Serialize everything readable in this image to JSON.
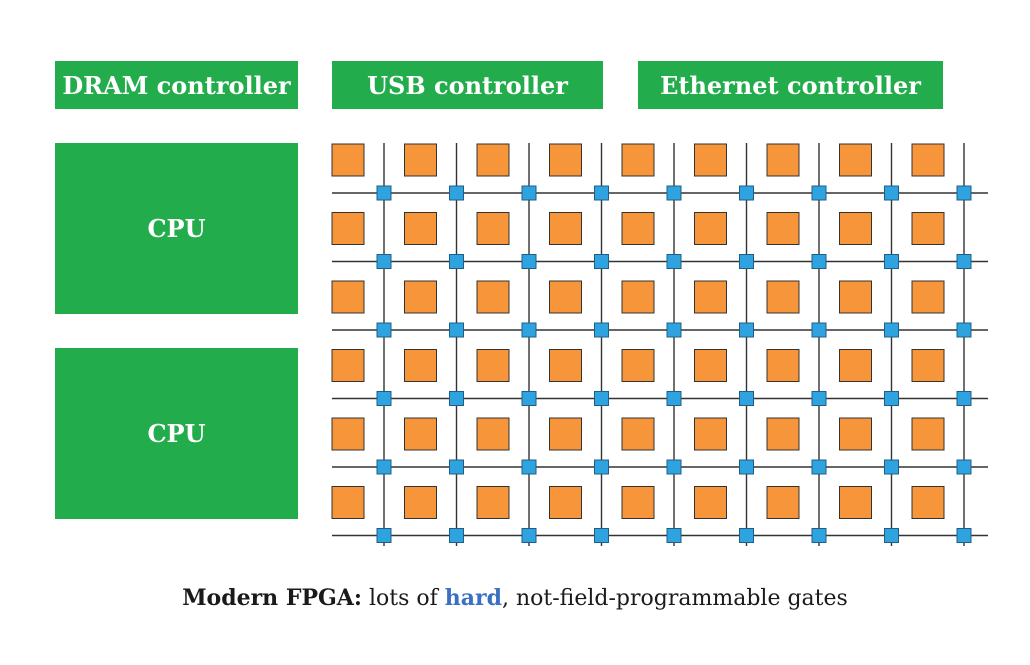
{
  "hard_blocks": {
    "dram": "DRAM controller",
    "usb": "USB controller",
    "ethernet": "Ethernet controller",
    "cpu_1": "CPU",
    "cpu_2": "CPU"
  },
  "fabric": {
    "logic_block_rows": 6,
    "logic_block_cols": 9,
    "logic_block_color": "#f7953a",
    "switch_color": "#2fa3e0",
    "wire_color": "#333333"
  },
  "caption": {
    "bold_part": "Modern FPGA:",
    "text_before": " lots of ",
    "highlight": "hard",
    "text_after": ", not-field-programmable gates"
  },
  "colors": {
    "hard_block": "#22ac4c",
    "highlight_text": "#3b6fc4"
  }
}
